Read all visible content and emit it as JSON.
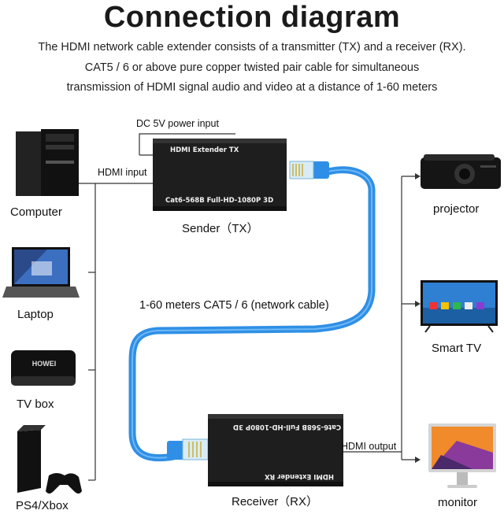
{
  "title": "Connection diagram",
  "description": [
    "The HDMI network cable extender consists of a transmitter (TX) and a receiver (RX).",
    "CAT5 / 6 or above pure copper twisted pair cable for simultaneous",
    "transmission of HDMI signal audio and video at a distance of 1-60 meters"
  ],
  "sources": [
    "Computer",
    "Laptop",
    "TV box",
    "PS4/Xbox"
  ],
  "outputs": [
    "projector",
    "Smart TV",
    "monitor"
  ],
  "labels": {
    "power": "DC 5V power input",
    "hdmi_in": "HDMI input",
    "hdmi_out": "HDMI output",
    "cable": "1-60 meters CAT5 / 6 (network cable)",
    "sender": "Sender（TX）",
    "receiver": "Receiver（RX）"
  },
  "tx_box": {
    "top": "HDMI Extender TX",
    "bottom": "Cat6-568B Full-HD-1080P 3D"
  },
  "rx_box": {
    "top": "Cat6-568B Full-HD-1080P 3D",
    "bottom": "HDMI Extender RX"
  },
  "device_text": {
    "tv_box_logo": "HOWEI"
  },
  "colors": {
    "cable": "#2f8fe6",
    "box": "#1e1e1e",
    "line": "#333333"
  }
}
